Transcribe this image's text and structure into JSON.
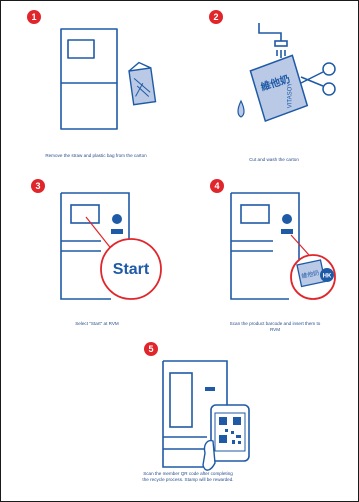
{
  "steps": [
    {
      "number": "1",
      "caption": "Remove the straw and plastic bag from the carton"
    },
    {
      "number": "2",
      "caption": "Cut and wash the carton"
    },
    {
      "number": "3",
      "caption": "Select \"Start\" at RVM"
    },
    {
      "number": "4",
      "caption": "Scan the product barcode and insert them to RVM"
    },
    {
      "number": "5",
      "caption_line1": "Scan the member QR code after completing",
      "caption_line2": "the recycle process. Stamp will be rewarded."
    }
  ],
  "illustrations": {
    "start_label": "Start",
    "carton_text": "維他奶",
    "carton_side_text": "VITASOY",
    "carton_badge_text": "HK"
  },
  "colors": {
    "badge": "#e0262b",
    "line_art": "#1f5aa6",
    "accent_blue": "#1f5aa6",
    "zoom_circle": "#e0262b",
    "carton_fill": "#b9c9e6"
  }
}
